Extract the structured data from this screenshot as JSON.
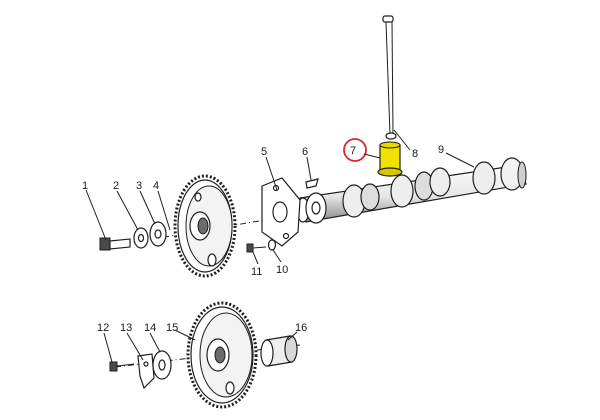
{
  "diagram": {
    "callouts": [
      {
        "id": "c1",
        "text": "1"
      },
      {
        "id": "c2",
        "text": "2"
      },
      {
        "id": "c3",
        "text": "3"
      },
      {
        "id": "c4",
        "text": "4"
      },
      {
        "id": "c5",
        "text": "5"
      },
      {
        "id": "c6",
        "text": "6"
      },
      {
        "id": "c7",
        "text": "7"
      },
      {
        "id": "c8",
        "text": "8"
      },
      {
        "id": "c9",
        "text": "9"
      },
      {
        "id": "c10",
        "text": "10"
      },
      {
        "id": "c11",
        "text": "11"
      },
      {
        "id": "c12",
        "text": "12"
      },
      {
        "id": "c13",
        "text": "13"
      },
      {
        "id": "c14",
        "text": "14"
      },
      {
        "id": "c15",
        "text": "15"
      },
      {
        "id": "c16",
        "text": "16"
      }
    ],
    "highlight": {
      "callout": "7",
      "ring_color": "#d9272e",
      "part_color": "#f2e200"
    }
  }
}
